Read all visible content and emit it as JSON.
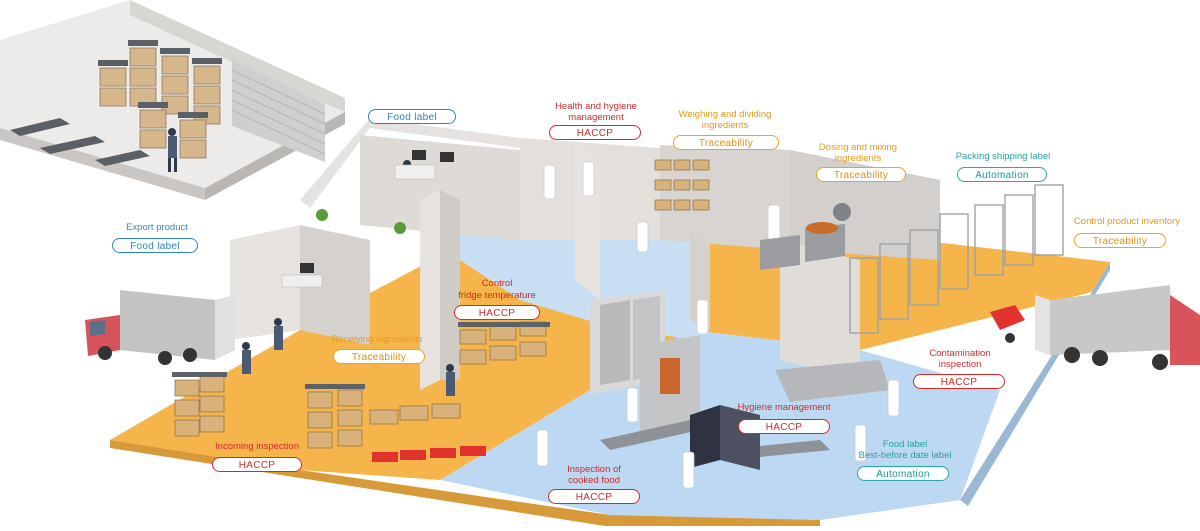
{
  "labels": {
    "export_product": {
      "caption": "Export product",
      "tag": "Food label"
    },
    "food_label_office": {
      "tag": "Food label"
    },
    "health_hygiene": {
      "caption_1": "Health and hygiene",
      "caption_2": "management",
      "tag": "HACCP"
    },
    "weighing_dividing": {
      "caption_1": "Weighing and dividing",
      "caption_2": "ingredients",
      "tag": "Traceability"
    },
    "dosing_mixing": {
      "caption_1": "Dosing and mixing",
      "caption_2": "ingredients",
      "tag": "Traceability"
    },
    "packing_shipping": {
      "caption": "Packing shipping label",
      "tag": "Automation"
    },
    "control_inventory": {
      "caption": "Control product inventory",
      "tag": "Traceability"
    },
    "control_fridge": {
      "caption_1": "Control",
      "caption_2": "fridge temperature",
      "tag": "HACCP"
    },
    "receiving_ingredients": {
      "caption": "Receiving ingredients",
      "tag": "Traceability"
    },
    "contamination_inspection": {
      "caption_1": "Contamination",
      "caption_2": "inspection",
      "tag": "HACCP"
    },
    "hygiene_management": {
      "caption": "Hygiene management",
      "tag": "HACCP"
    },
    "incoming_inspection": {
      "caption": "Incoming inspection",
      "tag": "HACCP"
    },
    "food_label_best_before": {
      "caption_1": "Food label",
      "caption_2": "Best-before date label",
      "tag": "Automation"
    },
    "inspection_cooked": {
      "caption_1": "Inspection of",
      "caption_2": "cooked food",
      "tag": "HACCP"
    }
  },
  "colors": {
    "haccp": "#d32a2a",
    "traceability": "#f0a31c",
    "food_label": "#2f82c8",
    "automation": "#27aaa5",
    "warehouse_floor": "#f6b54a",
    "clean_floor": "#bcd8f2",
    "wall": "#e9e5e2",
    "truck_cab": "#d9535a"
  }
}
